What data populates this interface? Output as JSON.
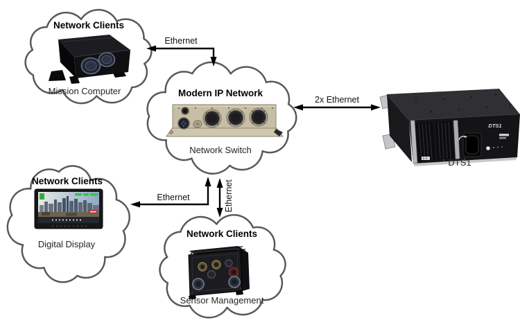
{
  "clouds": [
    {
      "title": "Network Clients",
      "caption": "Mission Computer"
    },
    {
      "title": "Modern IP Network",
      "caption": "Network Switch"
    },
    {
      "title": "Network Clients",
      "caption": "Digital Display"
    },
    {
      "title": "Network Clients",
      "caption": "Sensor Management"
    }
  ],
  "standalone_device": {
    "caption": "DTS1",
    "front_label": "DTS1"
  },
  "links": [
    {
      "label": "Ethernet",
      "from": "Mission Computer",
      "to": "Modern IP Network"
    },
    {
      "label": "2x Ethernet",
      "from": "Modern IP Network",
      "to": "DTS1"
    },
    {
      "label": "Ethernet",
      "from": "Modern IP Network",
      "to": "Digital Display"
    },
    {
      "label": "Ethernet",
      "from": "Modern IP Network",
      "to": "Sensor Management"
    }
  ],
  "colors": {
    "background": "#ffffff",
    "cloud_stroke": "#595959",
    "arrow": "#000000",
    "switch_panel": "#c7bea6",
    "device_body": "#141417"
  }
}
